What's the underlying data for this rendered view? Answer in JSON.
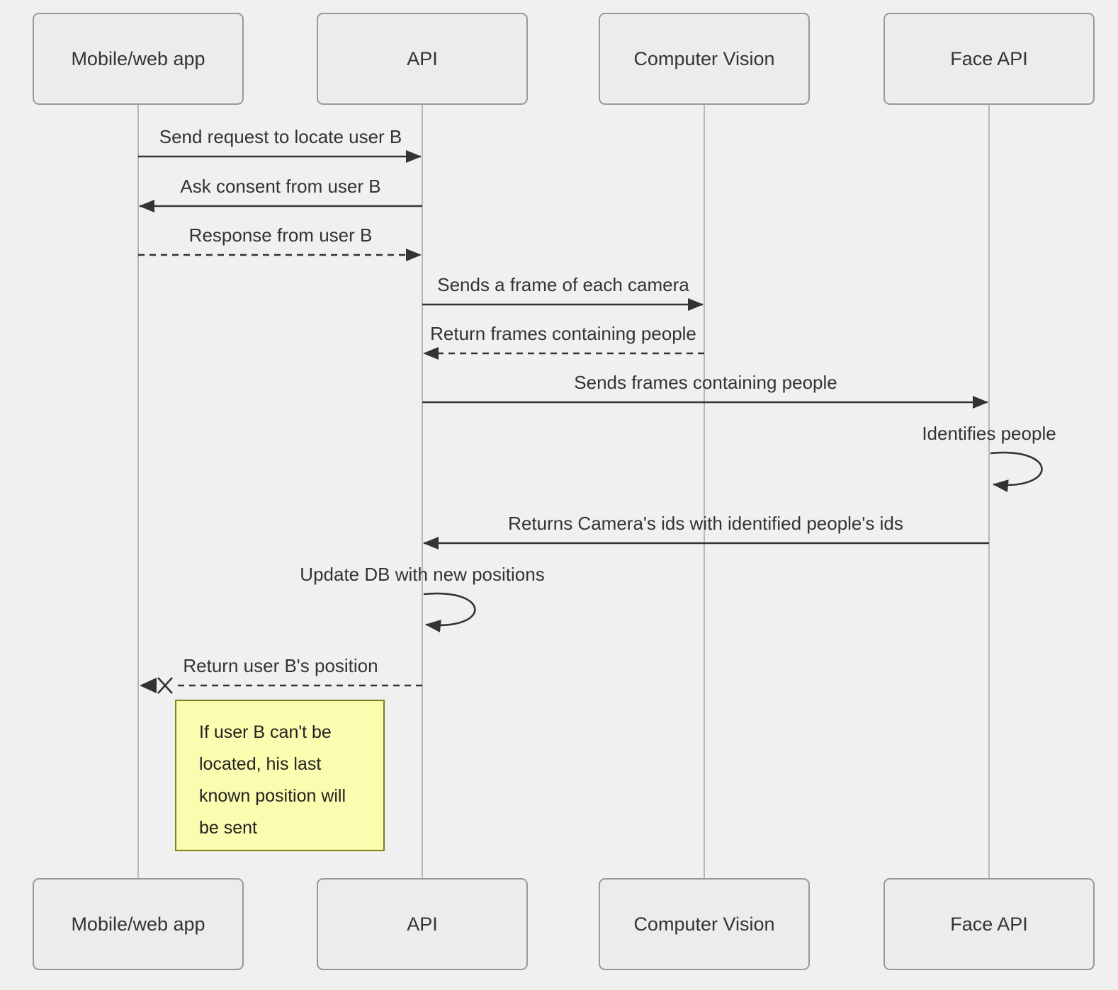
{
  "diagram": {
    "type": "sequence-diagram",
    "actors": [
      {
        "id": "mobile-web-app",
        "label": "Mobile/web app"
      },
      {
        "id": "api",
        "label": "API"
      },
      {
        "id": "computer-vision",
        "label": "Computer Vision"
      },
      {
        "id": "face-api",
        "label": "Face API"
      }
    ],
    "messages": [
      {
        "label": "Send request to locate user B",
        "from": "Mobile/web app",
        "to": "API",
        "line": "solid",
        "direction": "right"
      },
      {
        "label": "Ask consent from user B",
        "from": "API",
        "to": "Mobile/web app",
        "line": "solid",
        "direction": "left"
      },
      {
        "label": "Response from user B",
        "from": "Mobile/web app",
        "to": "API",
        "line": "dashed",
        "direction": "right"
      },
      {
        "label": "Sends a frame of each camera",
        "from": "API",
        "to": "Computer Vision",
        "line": "solid",
        "direction": "right"
      },
      {
        "label": "Return frames containing people",
        "from": "Computer Vision",
        "to": "API",
        "line": "dashed",
        "direction": "left"
      },
      {
        "label": "Sends frames containing people",
        "from": "API",
        "to": "Face API",
        "line": "solid",
        "direction": "right"
      },
      {
        "label": "Identifies people",
        "from": "Face API",
        "to": "Face API",
        "line": "self-loop",
        "direction": "self"
      },
      {
        "label": "Returns Camera's ids with identified people's ids",
        "from": "Face API",
        "to": "API",
        "line": "solid",
        "direction": "left"
      },
      {
        "label": "Update DB with new positions",
        "from": "API",
        "to": "API",
        "line": "self-loop",
        "direction": "self"
      },
      {
        "label": "Return user B's position",
        "from": "API",
        "to": "Mobile/web app",
        "line": "dashed-lost",
        "direction": "left"
      }
    ],
    "note": {
      "text": "If user B can't be located, his last known position will be sent",
      "lines": [
        "If user B can't be",
        "located, his last",
        "known position will",
        "be sent"
      ]
    },
    "colors": {
      "background": "#f0f0f0",
      "actor_fill": "#ececec",
      "actor_border": "#999999",
      "lifeline": "#a6a6a6",
      "arrow": "#333333",
      "text": "#333333",
      "note_fill": "#fcfcb0",
      "note_border": "#818114"
    }
  }
}
